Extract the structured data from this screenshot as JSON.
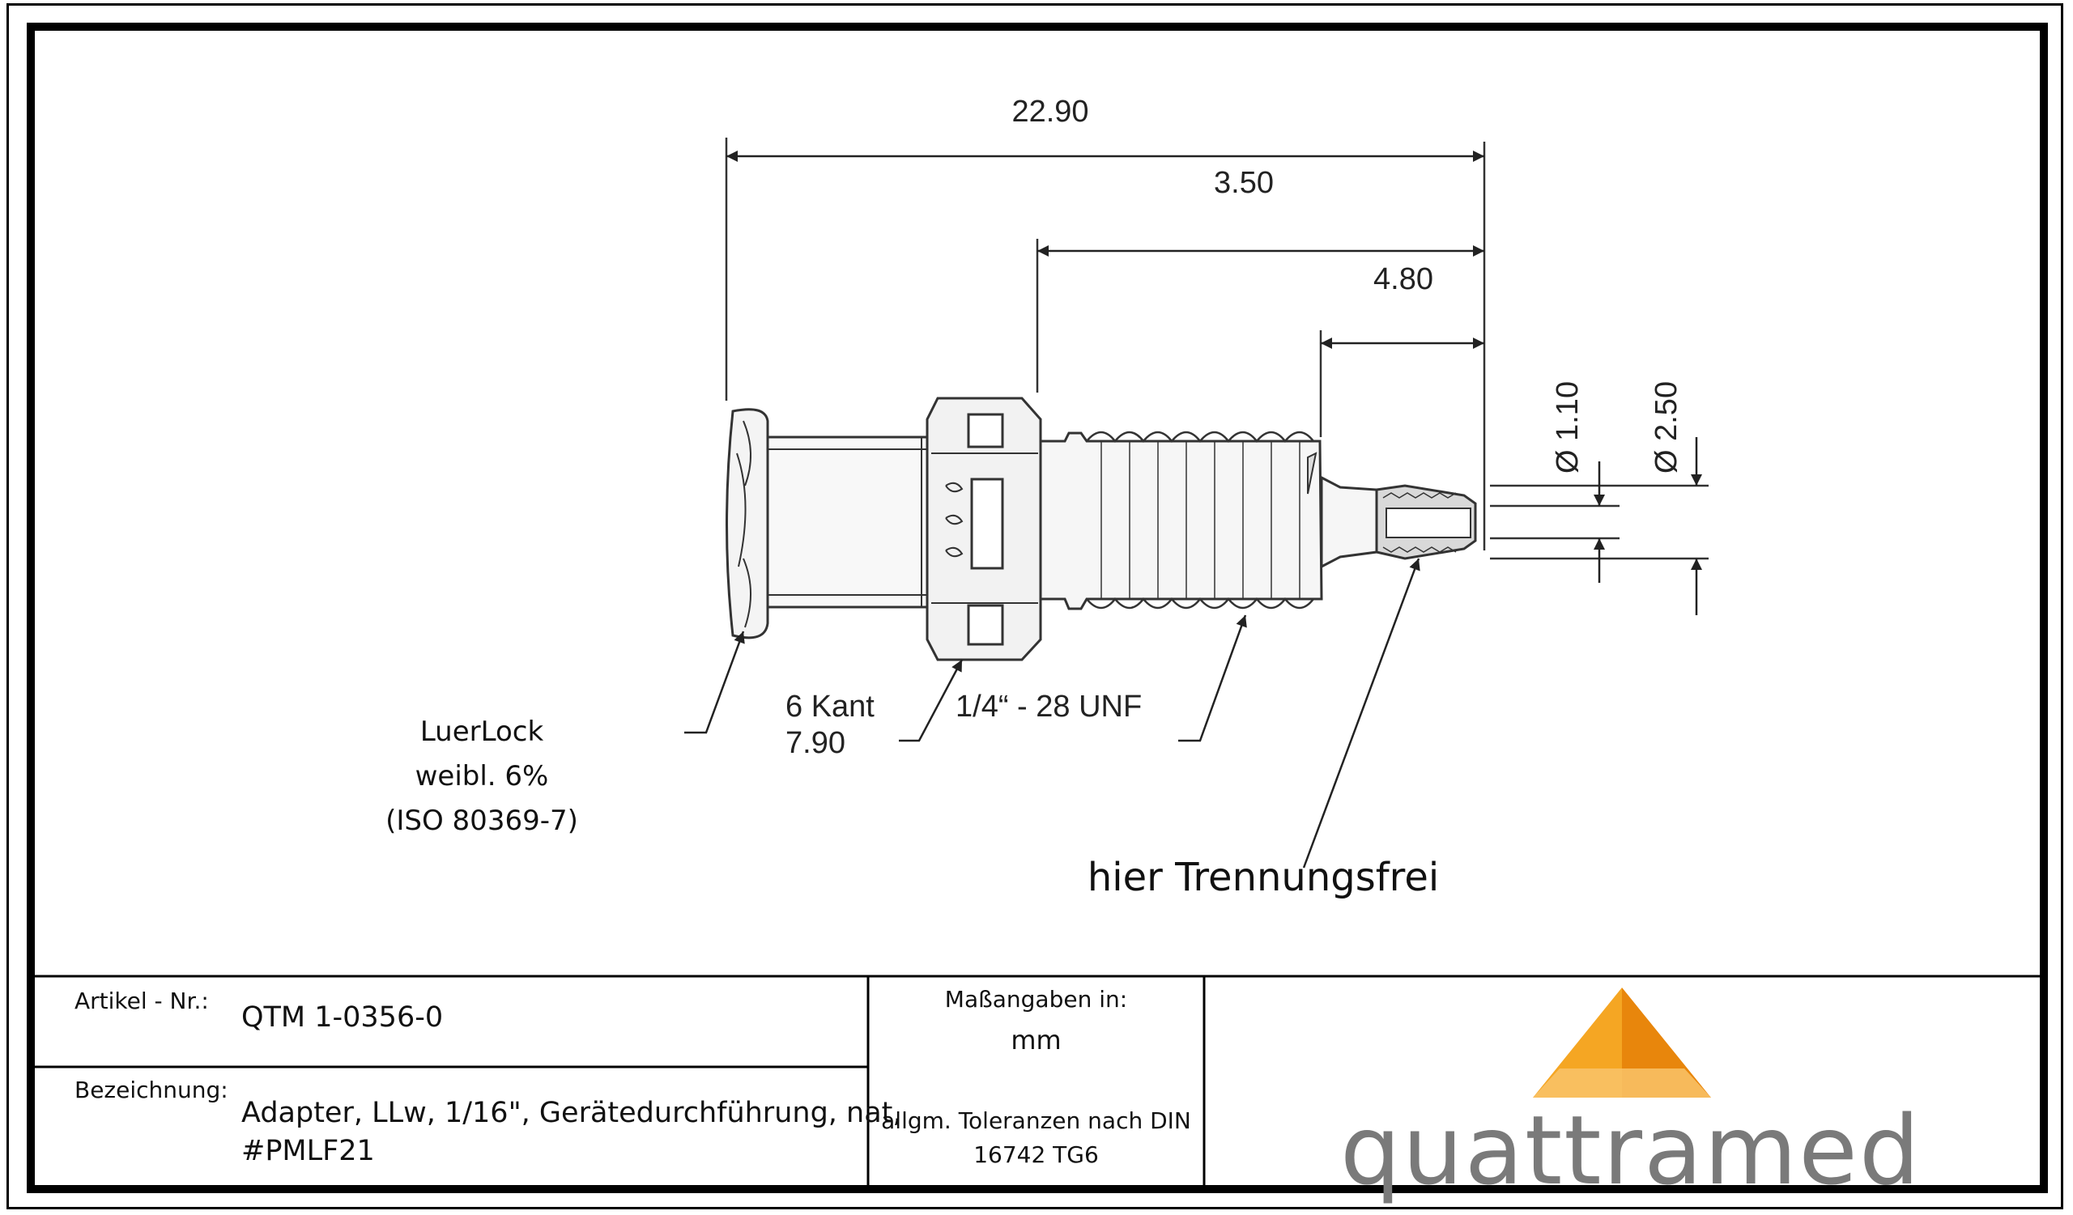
{
  "dimensions": {
    "overall_length": "22.90",
    "upper_length": "3.50",
    "thread_length": "4.80",
    "bore_diameter": "Ø 1.10",
    "outer_diameter": "Ø 2.50"
  },
  "callouts": {
    "hex_line1": "6 Kant",
    "hex_line2": "7.90",
    "thread_spec": "1/4“ - 28 UNF",
    "luer_line1": "LuerLock",
    "luer_line2": "weibl. 6%",
    "luer_line3": "(ISO 80369-7)",
    "separation_note": "hier Trennungsfrei"
  },
  "title_block": {
    "article_label": "Artikel - Nr.:",
    "article_value": "QTM 1-0356-0",
    "designation_label": "Bezeichnung:",
    "designation_line1": "Adapter, LLw, 1/16\", Gerätedurchführung, nat,",
    "designation_line2": "#PMLF21",
    "units_label": "Maßangaben in:",
    "units_value": "mm",
    "tolerance_line1": "allgm. Toleranzen nach DIN",
    "tolerance_line2": "16742 TG6"
  },
  "logo": {
    "text": "quattramed",
    "colors": {
      "light": "#f9c36a",
      "mid": "#f5a623",
      "dark": "#e8860c"
    }
  }
}
